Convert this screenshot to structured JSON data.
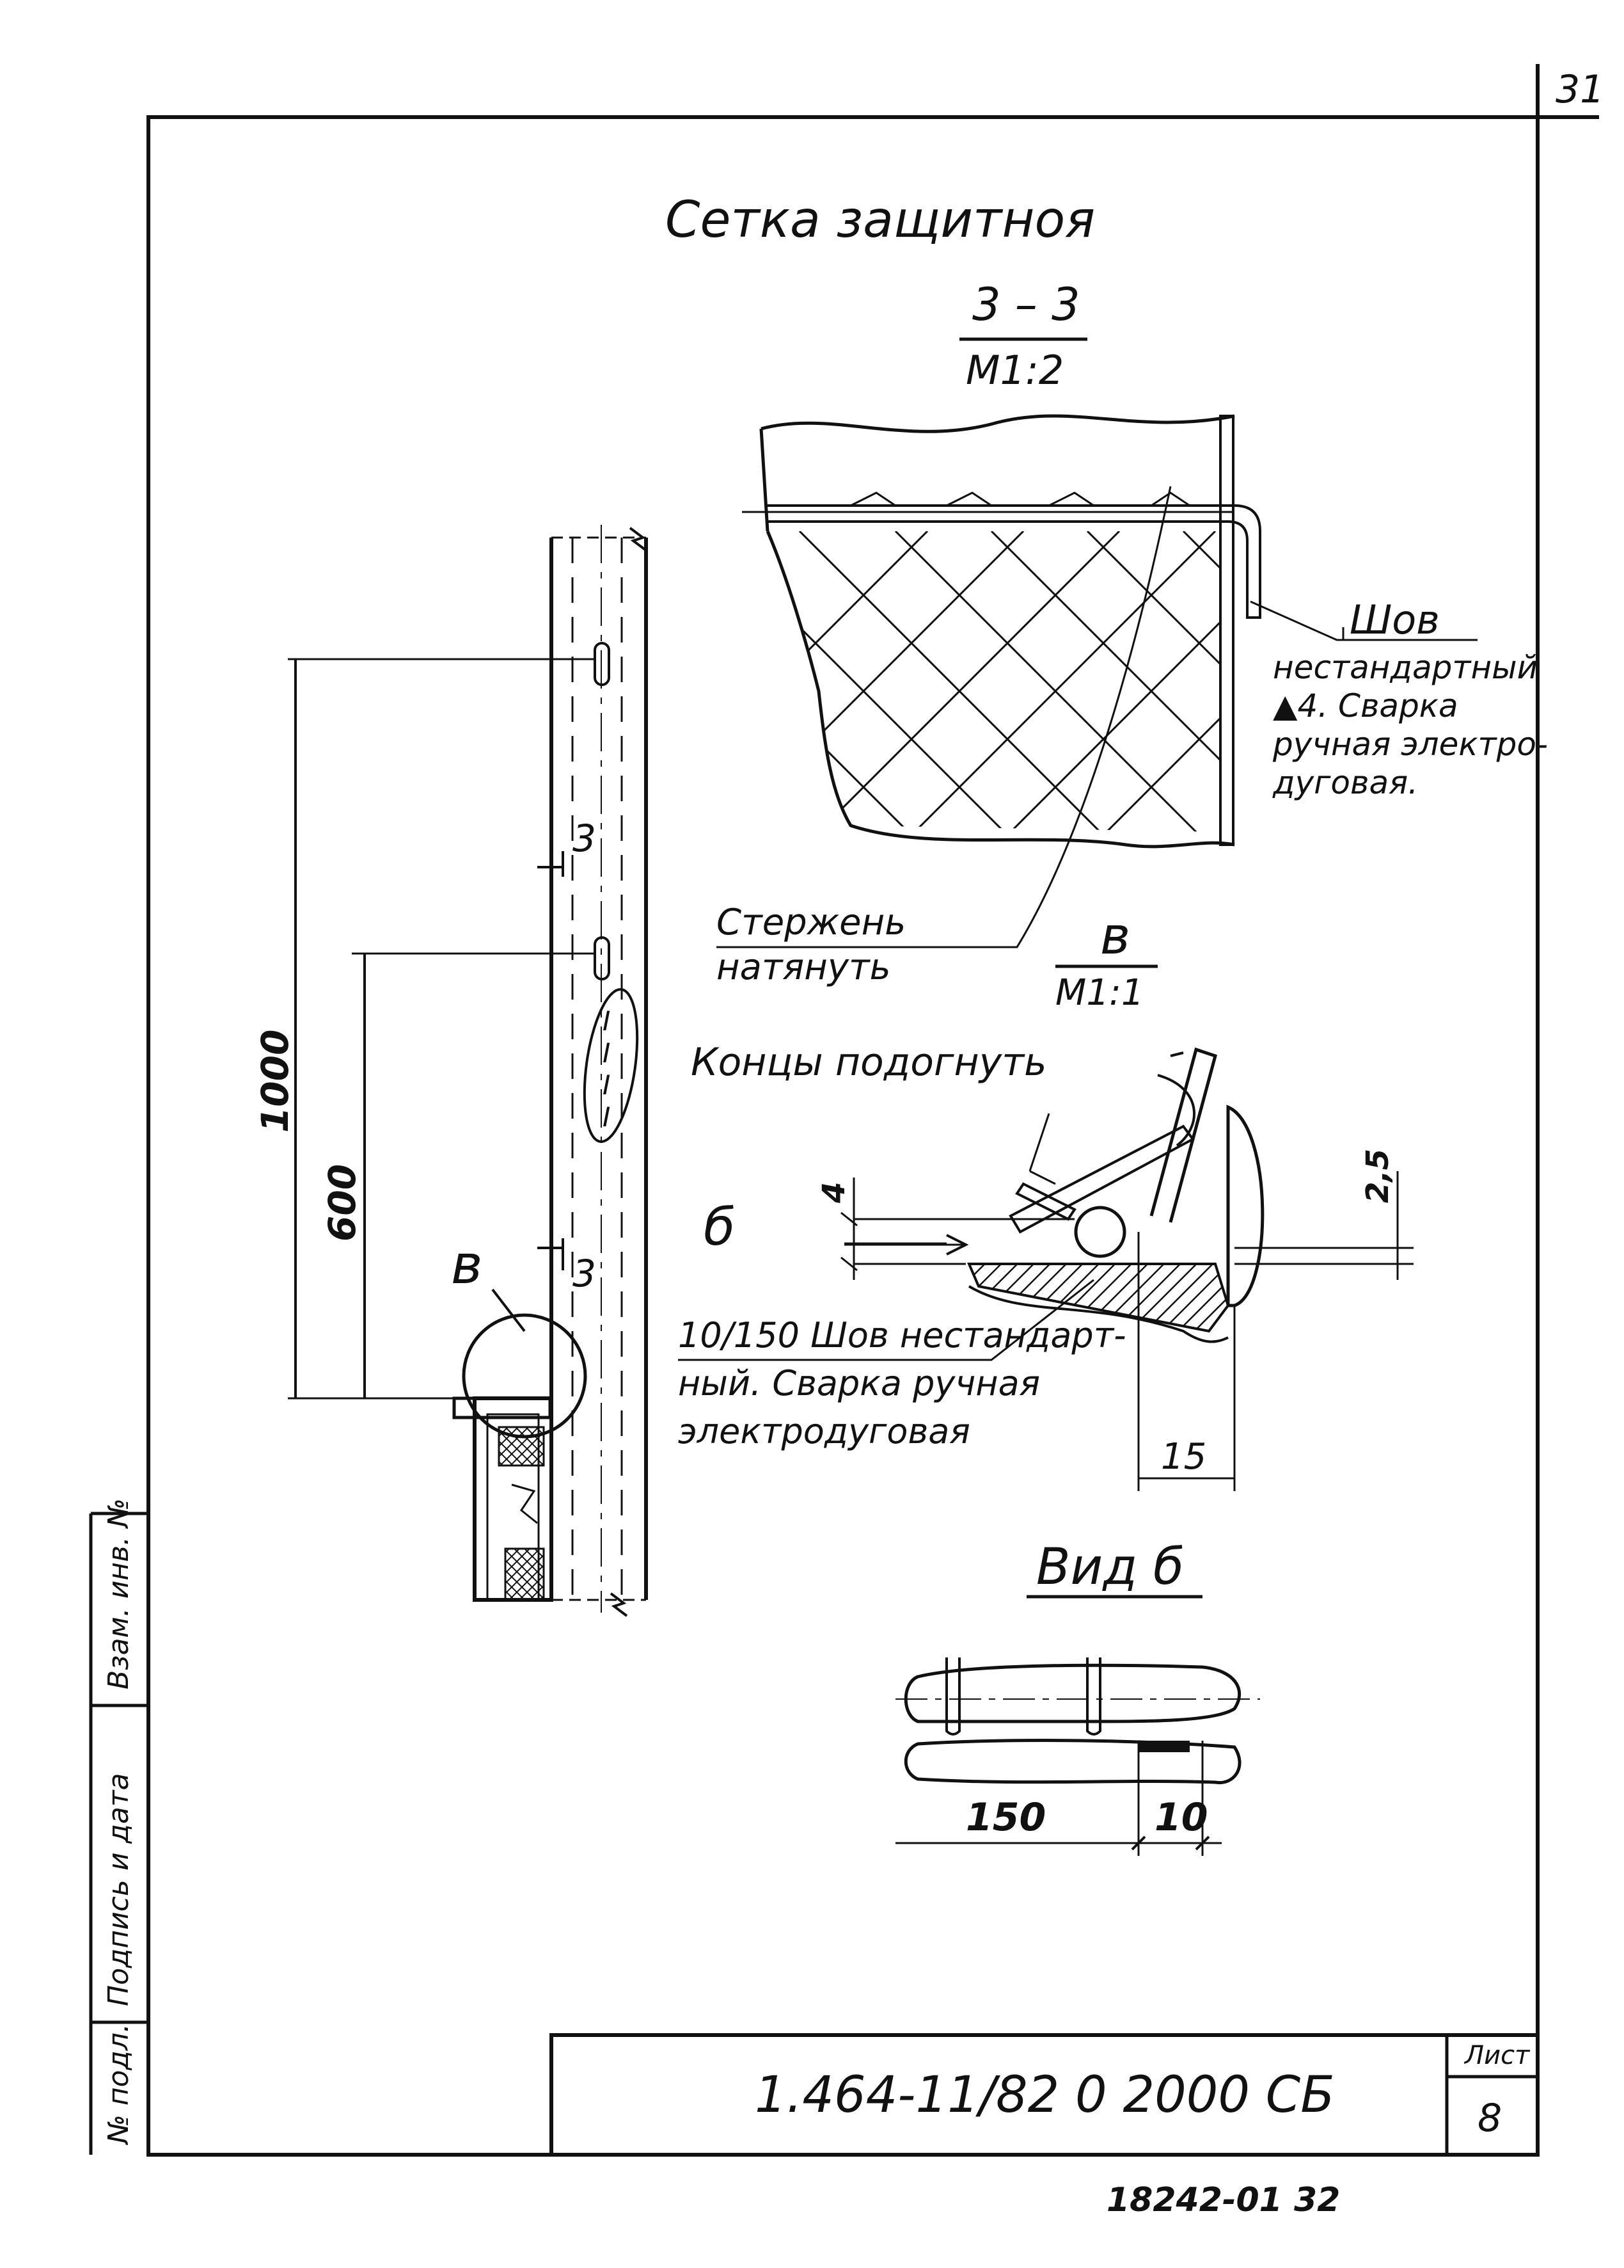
{
  "sheet": {
    "page_number": "31",
    "title": "Сетка защитноя",
    "doc_code": "1.464-11/82 0 2000 СБ",
    "sheet_label": "Лист",
    "sheet_number": "8",
    "archive_number": "18242-01  32"
  },
  "side_stamp": {
    "inv_podl": "№ подл.",
    "podpis_data": "Подпись и дата",
    "vzam_inv": "Взам. инв. №"
  },
  "elevation": {
    "dim_1000": "1000",
    "dim_600": "600",
    "callout_v": "в",
    "section_mark_top": "3",
    "section_mark_bottom": "3",
    "detail_marks": [
      "I",
      "I",
      "I",
      "I"
    ]
  },
  "section_33": {
    "label": "3 – 3",
    "scale": "М1:2",
    "weld_title": "Шов",
    "weld_note_lines": [
      "нестандартный",
      "▲4. Сварка",
      "ручная электро-",
      "дуговая."
    ],
    "rod_note_lines": [
      "Стержень",
      "натянуть"
    ]
  },
  "detail_v": {
    "label": "в",
    "scale": "М1:1",
    "bend_note": "Концы подогнуть",
    "view_arrow": "б",
    "dim_4": "4",
    "dim_25": "2,5",
    "dim_15": "15",
    "weld_note_lines": [
      "10/150 Шов нестандарт-",
      "ный. Сварка ручная",
      "электродуговая"
    ]
  },
  "view_b": {
    "label": "Вид б",
    "dim_150": "150",
    "dim_10": "10"
  }
}
